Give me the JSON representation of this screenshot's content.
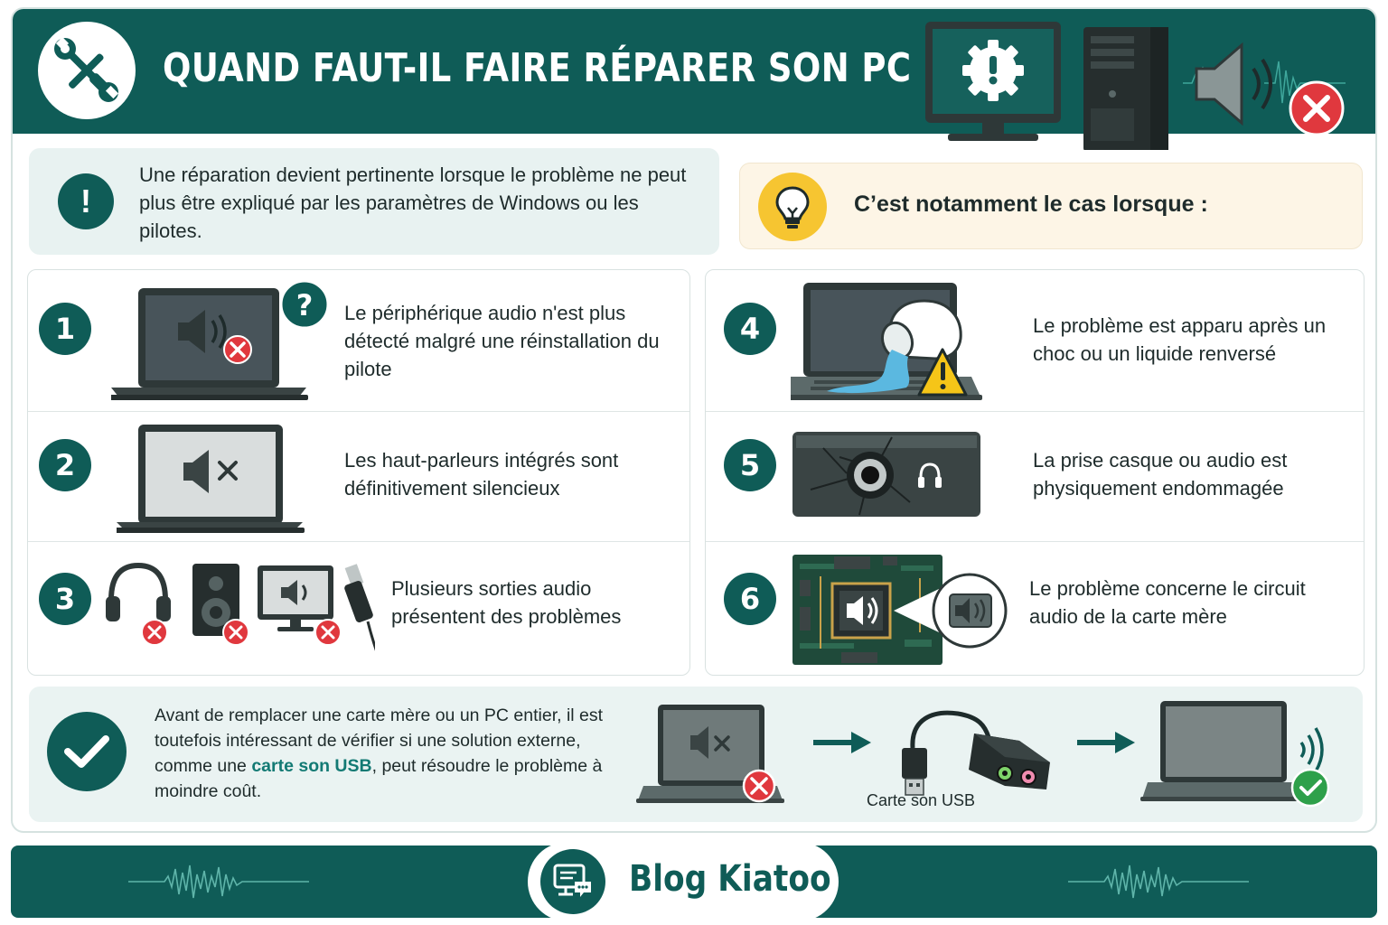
{
  "header": {
    "title": "QUAND FAUT-IL FAIRE RÉPARER SON PC ?",
    "icons": [
      "wrench-screwdriver-icon",
      "monitor-warning-gear-icon",
      "tower-pc-icon",
      "speaker-error-icon"
    ]
  },
  "intro": {
    "text": "Une réparation devient pertinente lorsque le problème ne peut plus être expliqué par les paramètres de Windows ou les pilotes.",
    "icon": "exclamation-icon"
  },
  "cases_intro": {
    "text": "C’est notamment le cas lorsque :",
    "icon": "lightbulb-icon"
  },
  "items": [
    {
      "number": "1",
      "text": "Le périphérique audio n'est plus détecté malgré une réinstallation du pilote",
      "icon": "laptop-speaker-question-icon"
    },
    {
      "number": "2",
      "text": "Les haut-parleurs intégrés sont définitivement silencieux",
      "icon": "laptop-muted-icon"
    },
    {
      "number": "3",
      "text": "Plusieurs sorties audio présentent des problèmes",
      "icon": "audio-outputs-error-icon"
    },
    {
      "number": "4",
      "text": "Le problème est apparu après un choc ou un liquide renversé",
      "icon": "laptop-spill-warning-icon"
    },
    {
      "number": "5",
      "text": "La prise casque ou audio est physiquement endommagée",
      "icon": "damaged-jack-icon"
    },
    {
      "number": "6",
      "text": "Le problème concerne le circuit audio de la carte mère",
      "icon": "motherboard-audio-icon"
    }
  ],
  "tip": {
    "text_before": "Avant de remplacer une carte mère ou un PC entier, il est toutefois intéressant de vérifier si une solution externe, comme une ",
    "highlight": "carte son USB",
    "text_after": ", peut résoudre le problème à moindre coût.",
    "usb_label": "Carte son USB",
    "icon": "check-icon"
  },
  "footer": {
    "brand": "Blog Kiatoo",
    "icon": "chat-screen-icon"
  },
  "colors": {
    "primary": "#0f5c57",
    "intro_bg": "#e8f2f1",
    "cases_bg": "#fdf5e6",
    "bulb": "#f6c531",
    "error": "#e0383e",
    "success": "#2ea04a",
    "water": "#5bb8e0",
    "warning": "#f5c518"
  }
}
